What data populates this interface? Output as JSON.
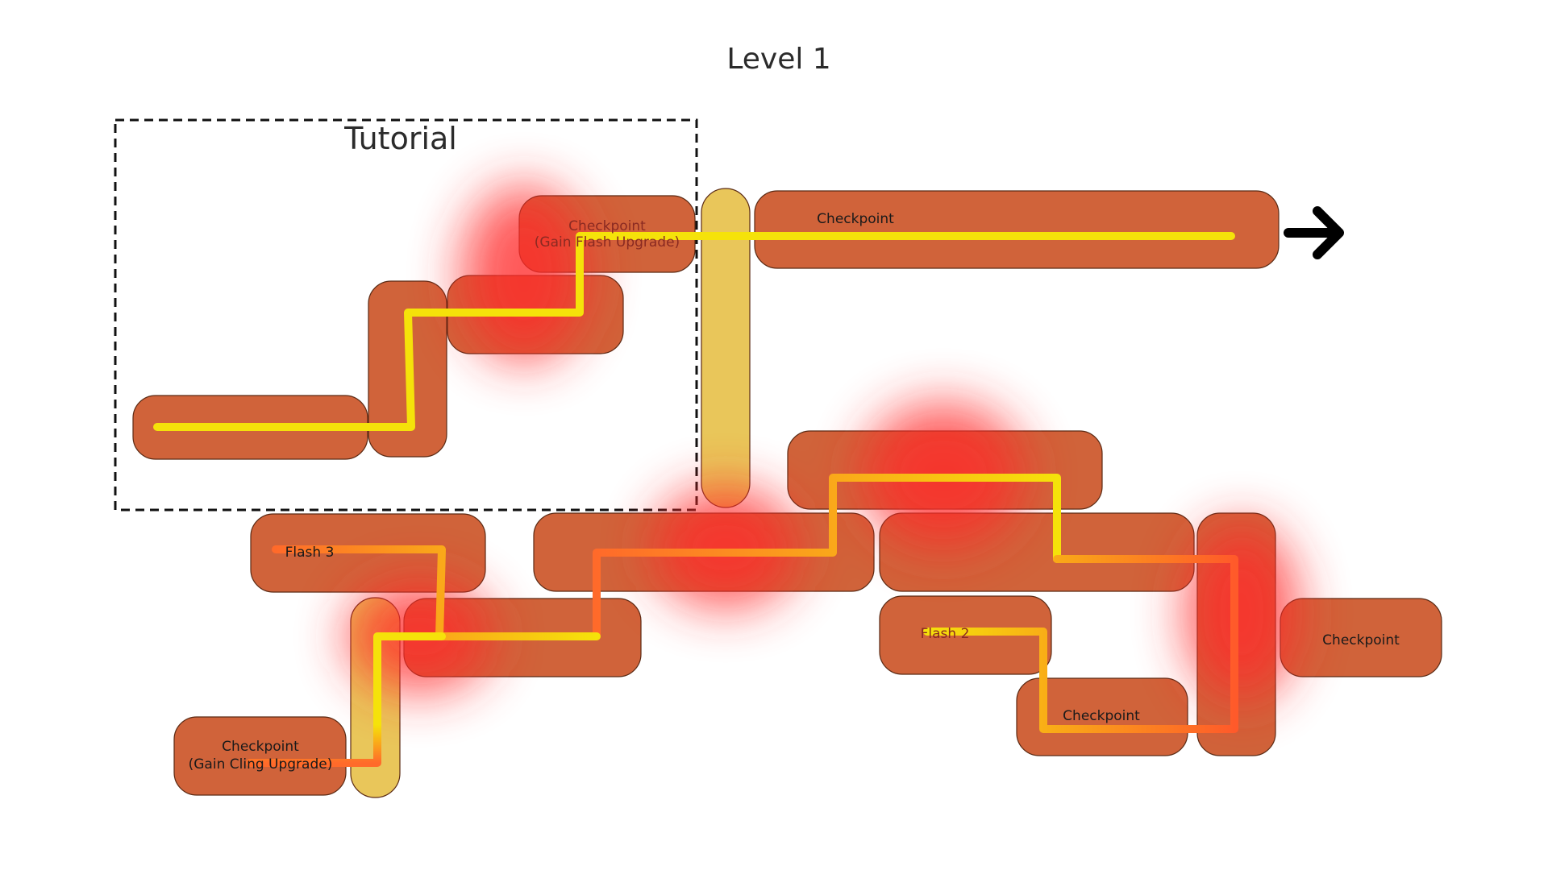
{
  "title": "Level 1",
  "tutorial_label": "Tutorial",
  "labels": {
    "cp_flash_line1": "Checkpoint",
    "cp_flash_line2": "(Gain Flash Upgrade)",
    "cp_top_right": "Checkpoint",
    "flash3": "Flash 3",
    "flash2": "Flash 2",
    "cp_far_right": "Checkpoint",
    "cp_bottom_mid": "Checkpoint",
    "cp_cling_line1": "Checkpoint",
    "cp_cling_line2": "(Gain Cling Upgrade)"
  },
  "icons": {
    "exit_arrow": "arrow-right-icon"
  },
  "colors": {
    "room": "#d0633a",
    "shaft": "#e9c65a",
    "path": "#f5e20a",
    "hazard": "#ff2a2a",
    "text": "#2b2b2b"
  }
}
